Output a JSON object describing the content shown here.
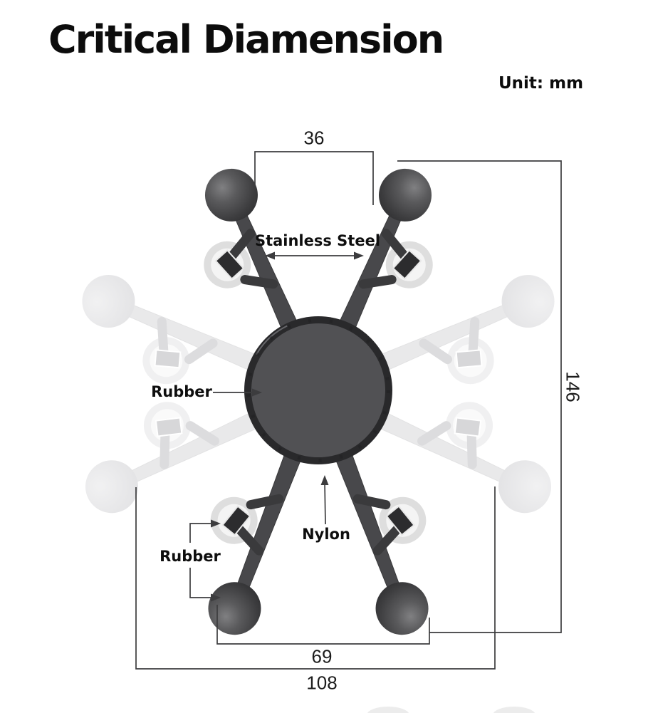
{
  "header": {
    "title": "Critical Diamension",
    "unit": "Unit: mm"
  },
  "annotations": {
    "stainless_steel": "Stainless Steel",
    "rubber_center_pad": "Rubber",
    "nylon": "Nylon",
    "rubber_rollers": "Rubber"
  },
  "dimensions_mm": {
    "top_ball_spacing": "36",
    "overall_height": "146",
    "bottom_ball_spacing": "69",
    "open_width": "108"
  },
  "colors": {
    "dim_line": "#3c3c3e",
    "arm_dark": "#48484b",
    "arm_dark_edge": "#39393b",
    "clamp_dark": "#3a3a3c",
    "pad_dark": "#2c2c2e",
    "pad_dark_edge": "#e8e8e8",
    "roller_outer": "#dedede",
    "roller_inner": "#f4f4f4",
    "hub_ring": "#29292b",
    "hub_face": "#515154",
    "ghost_arm": "#e9e9ea",
    "ghost_arm_edge": "#e2e2e3",
    "ghost_clamp": "#dcdcde",
    "ghost_pad": "#d7d7d9",
    "ghost_pad_edge": "#ffffff",
    "ghost_roller_outer": "#f0f0f1",
    "ghost_roller_inner": "#fafafa"
  }
}
